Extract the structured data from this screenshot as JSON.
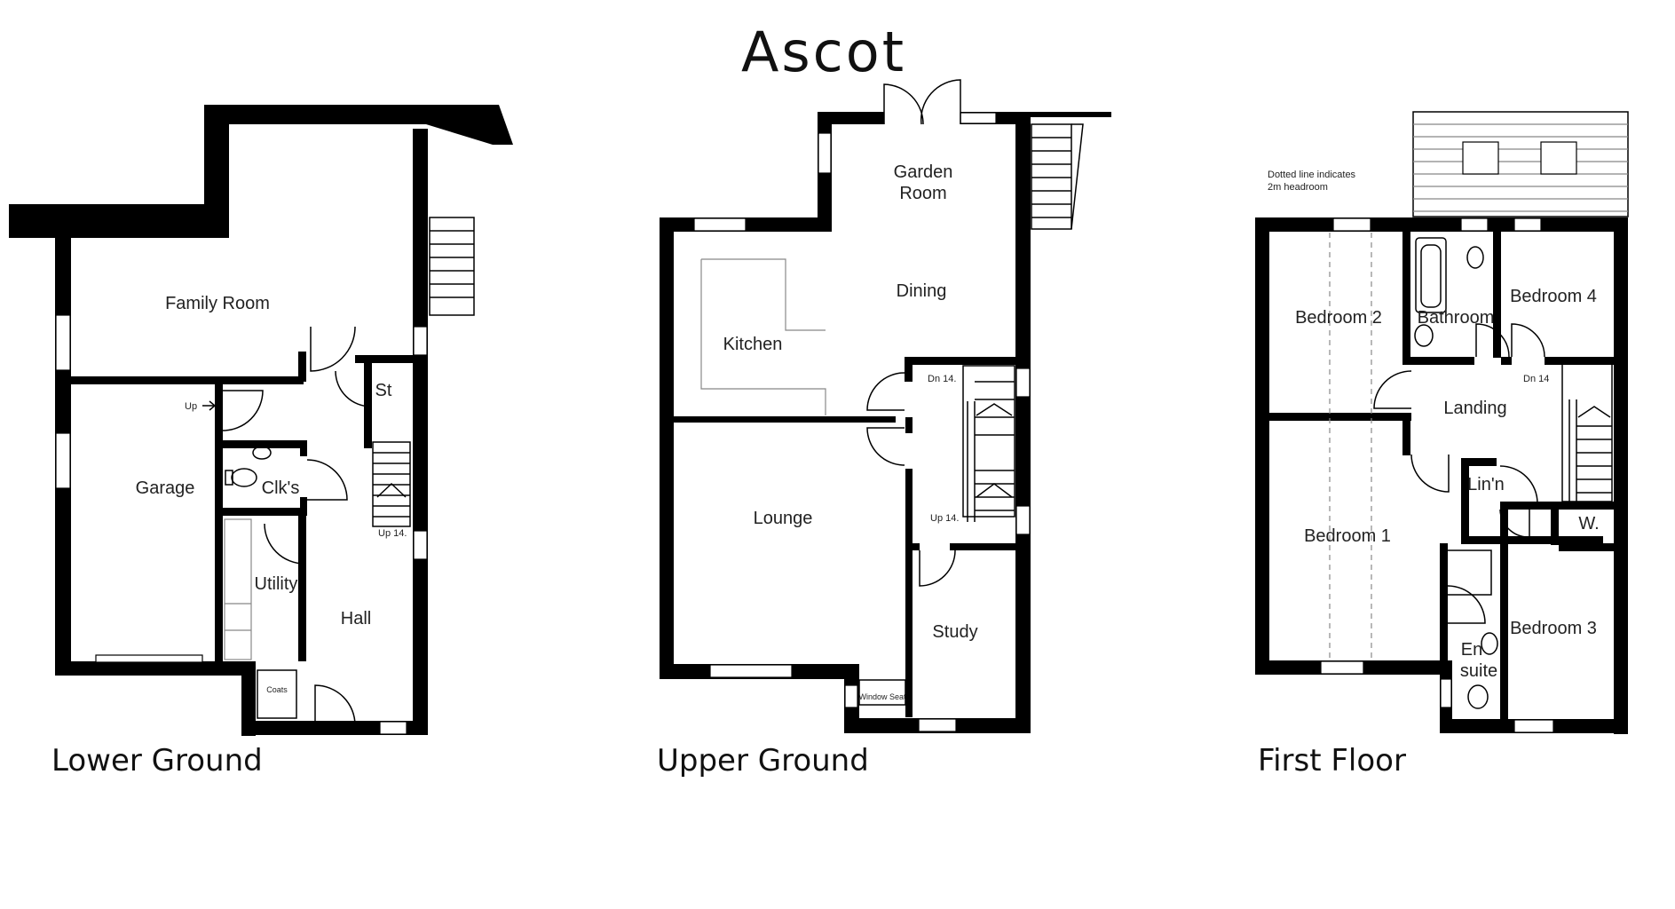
{
  "title": "Ascot",
  "note": {
    "line1": "Dotted line indicates",
    "line2": "2m headroom"
  },
  "floors": {
    "lower": {
      "label": "Lower Ground",
      "rooms": {
        "family": "Family Room",
        "garage": "Garage",
        "clks": "Clk's",
        "utility": "Utility",
        "hall": "Hall",
        "st": "St",
        "coats": "Coats",
        "up_arrow": "Up",
        "stairs_up": "Up 14."
      }
    },
    "upper": {
      "label": "Upper Ground",
      "rooms": {
        "garden1": "Garden",
        "garden2": "Room",
        "dining": "Dining",
        "kitchen": "Kitchen",
        "lounge": "Lounge",
        "study": "Study",
        "window_seat": "Window Seat",
        "stairs_dn": "Dn 14.",
        "stairs_up": "Up 14."
      }
    },
    "first": {
      "label": "First Floor",
      "rooms": {
        "bed2": "Bedroom 2",
        "bathroom": "Bathroom",
        "bed4": "Bedroom 4",
        "landing": "Landing",
        "linn": "Lin'n",
        "w": "W.",
        "bed1": "Bedroom 1",
        "ensuite1": "En",
        "ensuite2": "suite",
        "bed3": "Bedroom 3",
        "stairs_dn": "Dn 14"
      }
    }
  }
}
